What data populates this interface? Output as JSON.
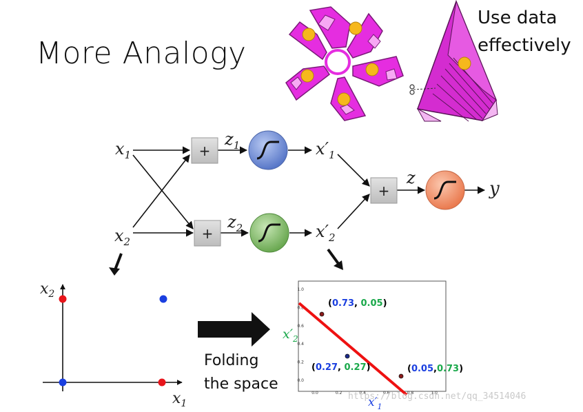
{
  "title": "More Analogy",
  "caption": {
    "line1": "Use data",
    "line2": "effectively"
  },
  "network": {
    "in1": "x",
    "in1_sub": "1",
    "in2": "x",
    "in2_sub": "2",
    "plus": "+",
    "z1": "z",
    "z1_sub": "1",
    "z2": "z",
    "z2_sub": "2",
    "h1": "x′",
    "h1_sub": "1",
    "h2": "x′",
    "h2_sub": "2",
    "z": "z",
    "y": "y",
    "colors": {
      "neuron1": "#6f8fd6",
      "neuron2": "#86bf6e",
      "neuron_out": "#f0956f",
      "plus_box": "#cfcfcf"
    }
  },
  "left_plot": {
    "xlabel": "x",
    "xlabel_sub": "1",
    "ylabel": "x",
    "ylabel_sub": "2",
    "point_colors": {
      "red": "#e8151b",
      "blue": "#1a3fe0"
    }
  },
  "folding_text": {
    "line1": "Folding",
    "line2": "the space"
  },
  "right_plot": {
    "xlabel": "x′",
    "xlabel_sub": "1",
    "ylabel": "x′",
    "ylabel_sub": "2",
    "xticks": [
      "0.0",
      "0.2",
      "0.4",
      "0.6",
      "0.8",
      "1.0"
    ],
    "yticks": [
      "0.0",
      "0.2",
      "0.4",
      "0.6",
      "0.8",
      "1.0"
    ],
    "points": [
      {
        "a": "0.73",
        "b": "0.05",
        "sep": ", "
      },
      {
        "a": "0.27",
        "b": "0.27",
        "sep": ", "
      },
      {
        "a": "0.05",
        "b": "0.73",
        "sep": ","
      }
    ],
    "colors": {
      "first": "#1a3fe0",
      "second": "#19a84a",
      "line": "#ee1111"
    }
  },
  "watermark": "https://blog.csdn.net/qq_34514046"
}
